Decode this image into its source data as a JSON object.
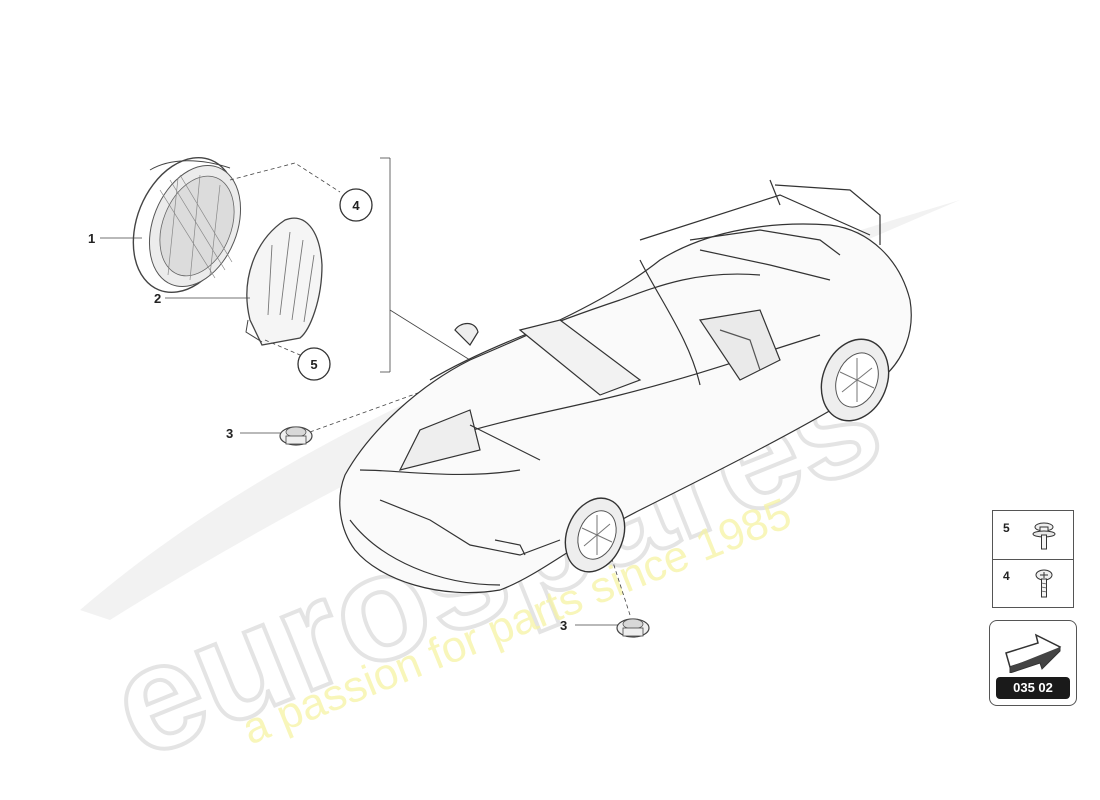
{
  "watermark": {
    "brand": "eurospares",
    "tagline": "a passion for parts since 1985",
    "brand_color": "#e6e6e6",
    "tagline_color": "#f3f08a"
  },
  "callouts": [
    {
      "id": "1",
      "label": "1"
    },
    {
      "id": "2",
      "label": "2"
    },
    {
      "id": "3a",
      "label": "3"
    },
    {
      "id": "3b",
      "label": "3"
    },
    {
      "id": "4",
      "label": "4"
    },
    {
      "id": "5",
      "label": "5"
    }
  ],
  "legend": {
    "rows": [
      {
        "label": "5",
        "icon": "flange-screw-icon"
      },
      {
        "label": "4",
        "icon": "pan-screw-icon"
      }
    ]
  },
  "reference": {
    "code": "035 02",
    "icon": "direction-arrow-icon"
  }
}
